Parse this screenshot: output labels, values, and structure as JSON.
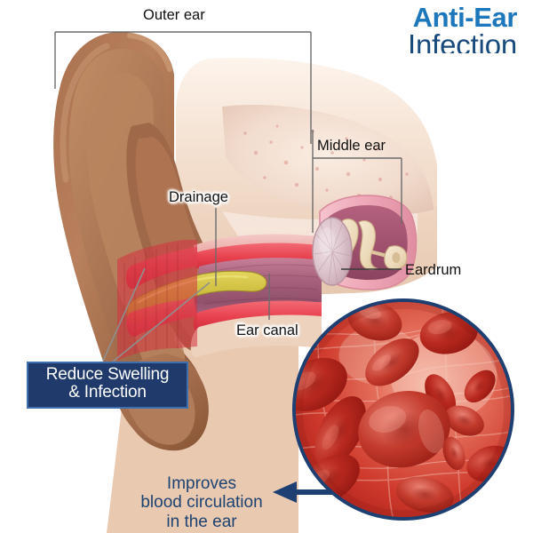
{
  "title": {
    "line1": "Anti-Ear",
    "line2": "Infection",
    "line1_color": "#1d77bd",
    "line2_color": "#184a7e"
  },
  "anatomy_labels": {
    "outer_ear": "Outer ear",
    "middle_ear": "Middle ear",
    "drainage": "Drainage",
    "ear_canal": "Ear canal",
    "eardrum": "Eardrum"
  },
  "benefit_badge": {
    "line1": "Reduce Swelling",
    "line2": "& Infection",
    "background": "#1f3a6b",
    "border_color": "#3e6fae",
    "text_color": "#ffffff"
  },
  "benefit_caption": {
    "line1": "Improves",
    "line2": "blood circulation",
    "line3": "in the ear",
    "color": "#1c4372"
  },
  "inset": {
    "name": "red-blood-cells-microscopy",
    "border_color": "#1d3f72",
    "cell_color": "#b8231d",
    "plasma_color": "#d94a3a"
  },
  "arrow": {
    "direction": "left",
    "color": "#1d3f72"
  },
  "palette": {
    "background": "#ffffff",
    "bracket_line": "#6b6b6b",
    "leader_line": "#8a8a8a",
    "skin_light": "#e8c4a8",
    "skin_mid": "#b07a58",
    "skin_dark": "#8a5739",
    "canal_pink": "#e8879a",
    "canal_inflamed": "#e8424f",
    "canal_lumen": "#9c5570",
    "drainage_yellow": "#c9b93a",
    "bone": "#ecd9b8",
    "eardrum": "#dcc3cc"
  }
}
